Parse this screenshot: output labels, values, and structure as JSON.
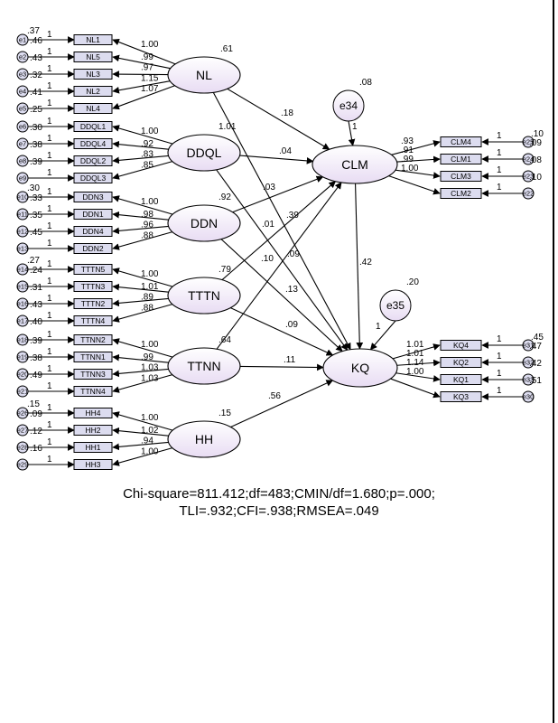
{
  "colors": {
    "latent_fill": "#e8dcf3",
    "box_fill": "#dcdcef",
    "stroke": "#000000"
  },
  "left_blocks": [
    {
      "latent": "NL",
      "variance": ".61",
      "items": [
        {
          "err": "e1",
          "box": "NL1",
          "ev": ".37",
          "ic": ".46",
          "ld": "1.00"
        },
        {
          "err": "e2",
          "box": "NL5",
          "ev": "",
          "ic": ".43",
          "ld": ".99"
        },
        {
          "err": "e3",
          "box": "NL3",
          "ev": "",
          "ic": ".32",
          "ld": ".97"
        },
        {
          "err": "e4",
          "box": "NL2",
          "ev": "",
          "ic": ".41",
          "ld": "1.15"
        },
        {
          "err": "e5",
          "box": "NL4",
          "ev": "",
          "ic": ".25",
          "ld": "1.07"
        }
      ]
    },
    {
      "latent": "DDQL",
      "variance": "1.01",
      "items": [
        {
          "err": "e6",
          "box": "DDQL1",
          "ev": "",
          "ic": ".30",
          "ld": "1.00"
        },
        {
          "err": "e7",
          "box": "DDQL4",
          "ev": "",
          "ic": ".38",
          "ld": ".92"
        },
        {
          "err": "e8",
          "box": "DDQL2",
          "ev": "",
          "ic": ".39",
          "ld": ".83"
        },
        {
          "err": "e9",
          "box": "DDQL3",
          "ev": "",
          "ic": "",
          "ld": ".85"
        }
      ]
    },
    {
      "latent": "DDN",
      "variance": ".92",
      "items": [
        {
          "err": "e10",
          "box": "DDN3",
          "ev": ".30",
          "ic": ".33",
          "ld": "1.00"
        },
        {
          "err": "e11",
          "box": "DDN1",
          "ev": "",
          "ic": ".35",
          "ld": ".98"
        },
        {
          "err": "e12",
          "box": "DDN4",
          "ev": "",
          "ic": ".45",
          "ld": ".96"
        },
        {
          "err": "e13",
          "box": "DDN2",
          "ev": "",
          "ic": "",
          "ld": ".88"
        }
      ]
    },
    {
      "latent": "TTTN",
      "variance": ".79",
      "items": [
        {
          "err": "e14",
          "box": "TTTN5",
          "ev": ".27",
          "ic": ".24",
          "ld": "1.00"
        },
        {
          "err": "e15",
          "box": "TTTN3",
          "ev": "",
          "ic": ".31",
          "ld": "1.01"
        },
        {
          "err": "e16",
          "box": "TTTN2",
          "ev": "",
          "ic": ".43",
          "ld": ".89"
        },
        {
          "err": "e17",
          "box": "TTTN4",
          "ev": "",
          "ic": ".40",
          "ld": ".88"
        }
      ]
    },
    {
      "latent": "TTNN",
      "variance": ".64",
      "items": [
        {
          "err": "e18",
          "box": "TTNN2",
          "ev": "",
          "ic": ".39",
          "ld": "1.00"
        },
        {
          "err": "e19",
          "box": "TTNN1",
          "ev": "",
          "ic": ".38",
          "ld": ".99"
        },
        {
          "err": "e20",
          "box": "TTNN3",
          "ev": "",
          "ic": ".49",
          "ld": "1.03"
        },
        {
          "err": "e21",
          "box": "TTNN4",
          "ev": "",
          "ic": "",
          "ld": "1.03"
        }
      ]
    },
    {
      "latent": "HH",
      "variance": ".15",
      "items": [
        {
          "err": "e26",
          "box": "HH4",
          "ev": ".15",
          "ic": ".09",
          "ld": "1.00"
        },
        {
          "err": "e27",
          "box": "HH2",
          "ev": "",
          "ic": ".12",
          "ld": "1.02"
        },
        {
          "err": "e28",
          "box": "HH1",
          "ev": "",
          "ic": ".16",
          "ld": ".94"
        },
        {
          "err": "e29",
          "box": "HH3",
          "ev": "",
          "ic": "",
          "ld": "1.00"
        }
      ]
    }
  ],
  "right_blocks": [
    {
      "latent": "CLM",
      "disturbance": "e34",
      "dist_var": ".08",
      "dist_path": "1",
      "items": [
        {
          "err": "e25",
          "box": "CLM4",
          "ev": ".10",
          "ic": ".09",
          "ld": ".93"
        },
        {
          "err": "e24",
          "box": "CLM1",
          "ev": "",
          "ic": ".08",
          "ld": ".91"
        },
        {
          "err": "e23",
          "box": "CLM3",
          "ev": "",
          "ic": ".10",
          "ld": ".99"
        },
        {
          "err": "e22",
          "box": "CLM2",
          "ev": "",
          "ic": "",
          "ld": "1.00"
        }
      ]
    },
    {
      "latent": "KQ",
      "disturbance": "e35",
      "dist_var": ".20",
      "dist_path": "1",
      "items": [
        {
          "err": "e31",
          "box": "KQ4",
          "ev": ".45",
          "ic": ".47",
          "ld": "1.01"
        },
        {
          "err": "e32",
          "box": "KQ2",
          "ev": "",
          "ic": ".42",
          "ld": "1.01"
        },
        {
          "err": "e33",
          "box": "KQ1",
          "ev": "",
          "ic": ".51",
          "ld": "1.14"
        },
        {
          "err": "e30",
          "box": "KQ3",
          "ev": "",
          "ic": "",
          "ld": "1.00"
        }
      ]
    }
  ],
  "structural_paths": [
    {
      "from": "NL",
      "to": "CLM",
      "coef": ".18"
    },
    {
      "from": "NL",
      "to": "KQ",
      "coef": ".03"
    },
    {
      "from": "DDQL",
      "to": "CLM",
      "coef": ".04"
    },
    {
      "from": "DDQL",
      "to": "KQ",
      "coef": ".09"
    },
    {
      "from": "DDN",
      "to": "CLM",
      "coef": ".01"
    },
    {
      "from": "DDN",
      "to": "KQ",
      "coef": ".13"
    },
    {
      "from": "TTTN",
      "to": "CLM",
      "coef": ".39"
    },
    {
      "from": "TTTN",
      "to": "KQ",
      "coef": ".09"
    },
    {
      "from": "TTNN",
      "to": "CLM",
      "coef": ".10"
    },
    {
      "from": "TTNN",
      "to": "KQ",
      "coef": ".11"
    },
    {
      "from": "HH",
      "to": "KQ",
      "coef": ".56"
    },
    {
      "from": "CLM",
      "to": "KQ",
      "coef": ".42"
    }
  ],
  "fit": {
    "line1": "Chi-square=811.412;df=483;CMIN/df=1.680;p=.000;",
    "line2": "TLI=.932;CFI=.938;RMSEA=.049"
  }
}
